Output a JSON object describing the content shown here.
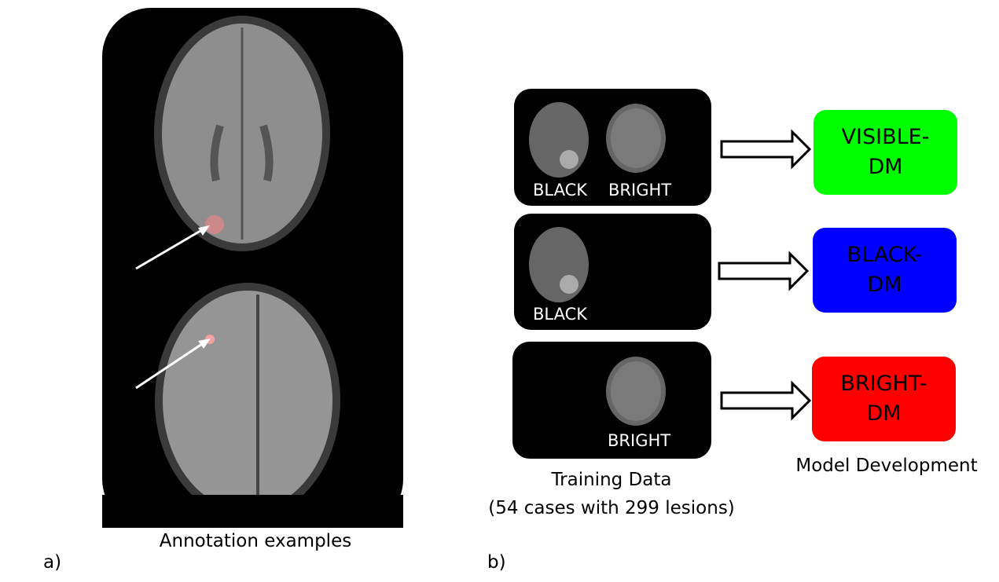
{
  "panel_a": {
    "caption": "Annotation examples",
    "label": "a)"
  },
  "panel_b": {
    "label": "b)",
    "rows": [
      {
        "inputs": [
          "BLACK",
          "BRIGHT"
        ],
        "model": "VISIBLE-\nDM",
        "color": "#00ff00"
      },
      {
        "inputs": [
          "BLACK"
        ],
        "model": "BLACK-\nDM",
        "color": "#0000ff"
      },
      {
        "inputs": [
          "BRIGHT"
        ],
        "model": "BRIGHT-\nDM",
        "color": "#ff0000"
      }
    ],
    "training_caption_line1": "Training Data",
    "training_caption_line2": "(54 cases with 299 lesions)",
    "model_caption": "Model Development"
  }
}
